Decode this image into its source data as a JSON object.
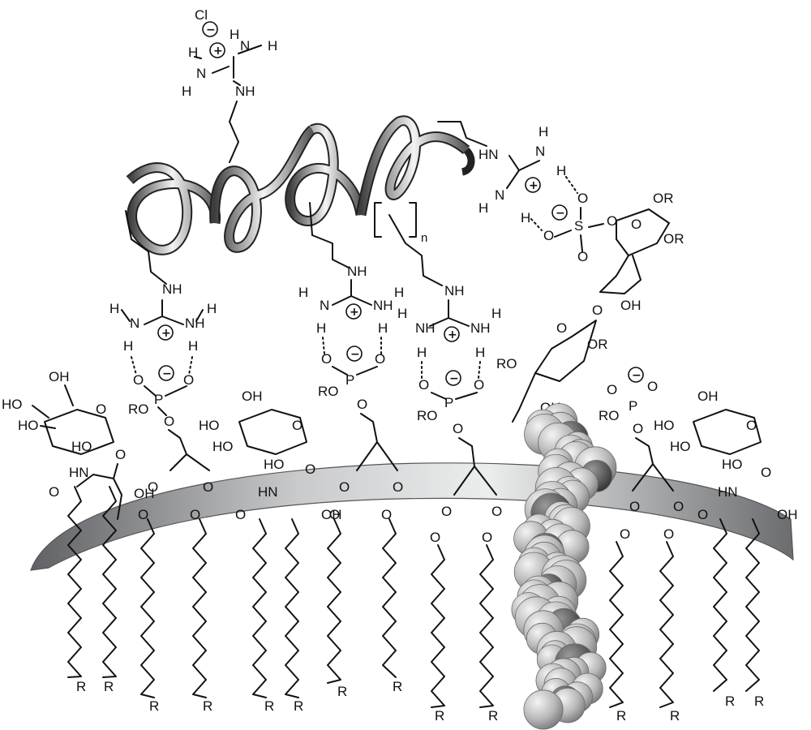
{
  "labels": {
    "chloride": "Cl",
    "n_repeat": "n",
    "nh": "NH",
    "nh2": "NH",
    "h": "H",
    "n": "N",
    "o": "O",
    "p": "P",
    "s": "S",
    "ro": "RO",
    "or": "OR",
    "oh": "OH",
    "ho": "HO",
    "r": "R",
    "hn": "HN",
    "plus": "+",
    "minus": "−"
  },
  "colors": {
    "membrane_dark": "#6e7073",
    "membrane_light": "#e6e7e8",
    "ribbon_dark": "#4a4a4a",
    "ribbon_light": "#f2f2f2",
    "atom_light": "#c8c8c8",
    "atom_dark": "#4f4f4f"
  },
  "icons": {
    "charge_plus": "circled-plus",
    "charge_minus": "circled-minus",
    "peptide": "helix-ribbon",
    "cholesterol": "space-filling-model"
  }
}
